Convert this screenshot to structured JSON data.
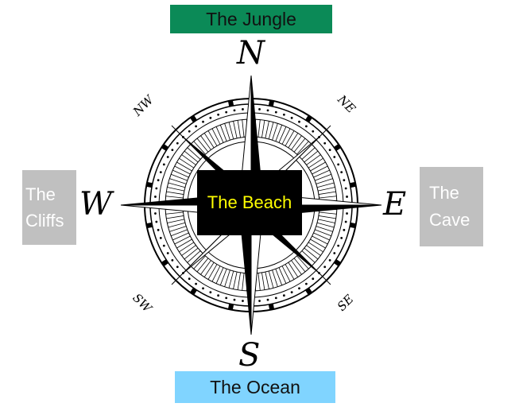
{
  "locations": {
    "north": {
      "label": "The Jungle",
      "bg": "#0b8a57",
      "fg": "#111111"
    },
    "south": {
      "label": "The Ocean",
      "bg": "#80d4ff",
      "fg": "#111111"
    },
    "west": {
      "label": "The\nCliffs",
      "bg": "#c0c0c0",
      "fg": "#ffffff"
    },
    "east": {
      "label": "The\nCave",
      "bg": "#c0c0c0",
      "fg": "#ffffff"
    }
  },
  "current_location": {
    "label": "The Beach",
    "bg": "#000000",
    "fg": "#ffff00"
  },
  "compass": {
    "cardinals": {
      "n": "N",
      "s": "S",
      "e": "E",
      "w": "W"
    },
    "intercardinals": {
      "nw": "NW",
      "ne": "NE",
      "sw": "SW",
      "se": "SE"
    }
  }
}
